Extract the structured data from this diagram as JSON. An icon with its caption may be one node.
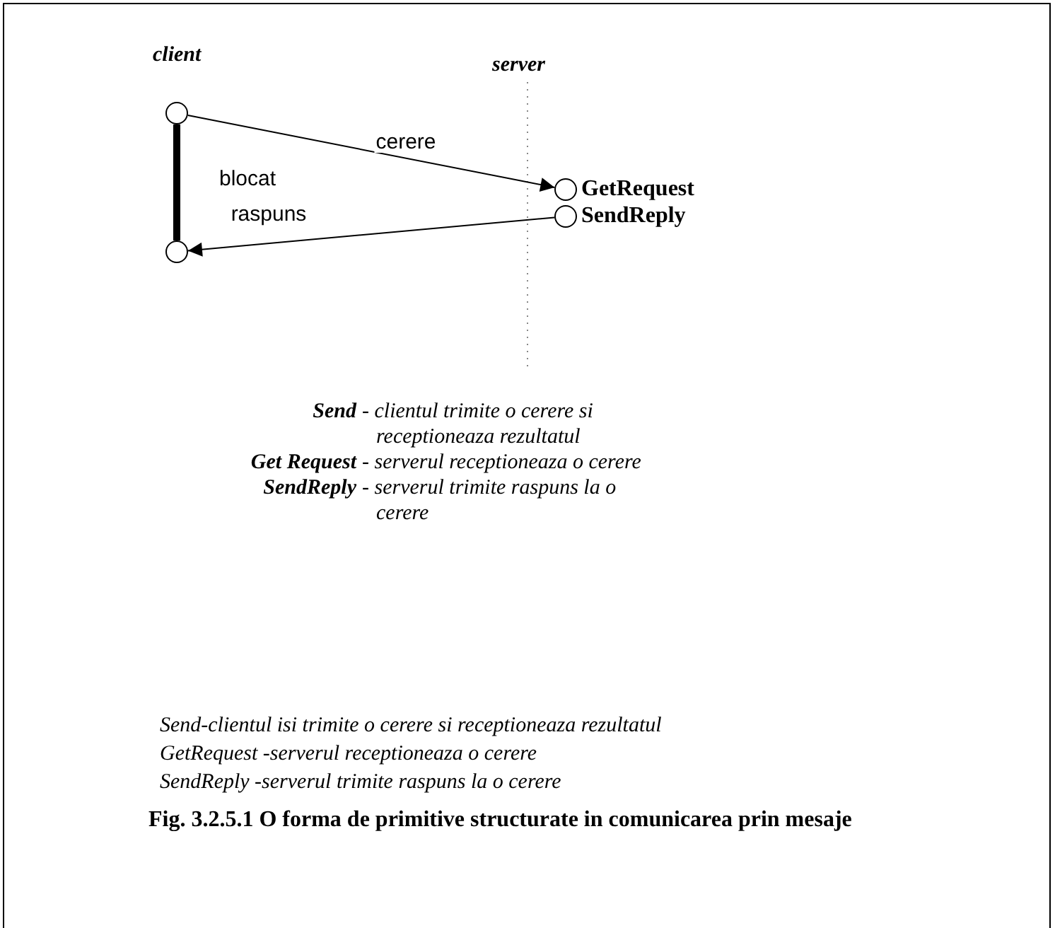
{
  "diagram": {
    "caption": "Fig. 3.2.5.1 O forma de primitive structurate in comunicarea prin mesaje",
    "nodes": [
      {
        "text": [],
        "shape": "circle"
      },
      {
        "text": [],
        "shape": "circle"
      },
      {
        "text": [],
        "shape": "circle",
        "beside": [
          "GetRequest"
        ]
      },
      {
        "text": [],
        "shape": "circle",
        "beside": [
          "SendReply"
        ]
      }
    ],
    "edges": [
      {
        "from": 0,
        "to": 2,
        "arrow": "to",
        "label": "cerere"
      },
      {
        "from": 3,
        "to": 1,
        "arrow": "to",
        "label": "raspuns"
      },
      {
        "from": 0,
        "to": 1,
        "arrow": "none",
        "label": "blocat",
        "style": "thick"
      }
    ],
    "labels": [
      "client",
      "server",
      "Send",
      "- clientul trimite o cerere si receptioneaza rezultatul",
      "Get Request",
      "- serverul receptioneaza o cerere",
      "SendReply",
      "- serverul trimite raspuns la o cerere",
      "Send-clientul isi trimite o cerere si receptioneaza rezultatul",
      "GetRequest -serverul receptioneaza o cerere",
      "SendReply -serverul trimite raspuns la o cerere"
    ]
  }
}
